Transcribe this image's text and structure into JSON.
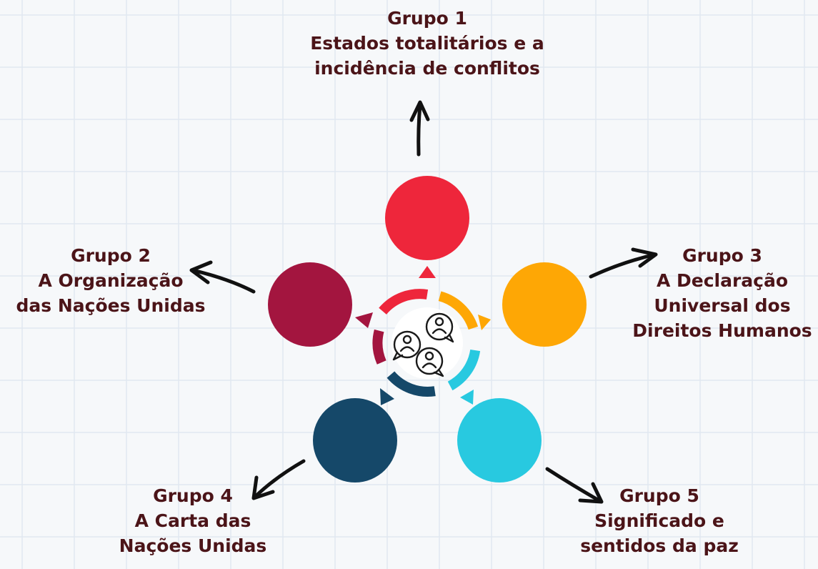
{
  "colors": {
    "text": "#4b1418",
    "group1": "#ee263b",
    "group2": "#a3153f",
    "group3": "#fea705",
    "group4": "#154869",
    "group5": "#28c9e0",
    "arrow": "#111111"
  },
  "center_icon": "people-chat-icon",
  "groups": [
    {
      "title": "Grupo 1",
      "line1": "Estados totalitários e a",
      "line2": "incidência de conflitos",
      "line3": ""
    },
    {
      "title": "Grupo 2",
      "line1": "A Organização",
      "line2": "das Nações Unidas",
      "line3": ""
    },
    {
      "title": "Grupo 3",
      "line1": "A Declaração",
      "line2": "Universal dos",
      "line3": "Direitos Humanos"
    },
    {
      "title": "Grupo 4",
      "line1": "A Carta das",
      "line2": "Nações Unidas",
      "line3": ""
    },
    {
      "title": "Grupo 5",
      "line1": "Significado e",
      "line2": "sentidos da paz",
      "line3": ""
    }
  ]
}
